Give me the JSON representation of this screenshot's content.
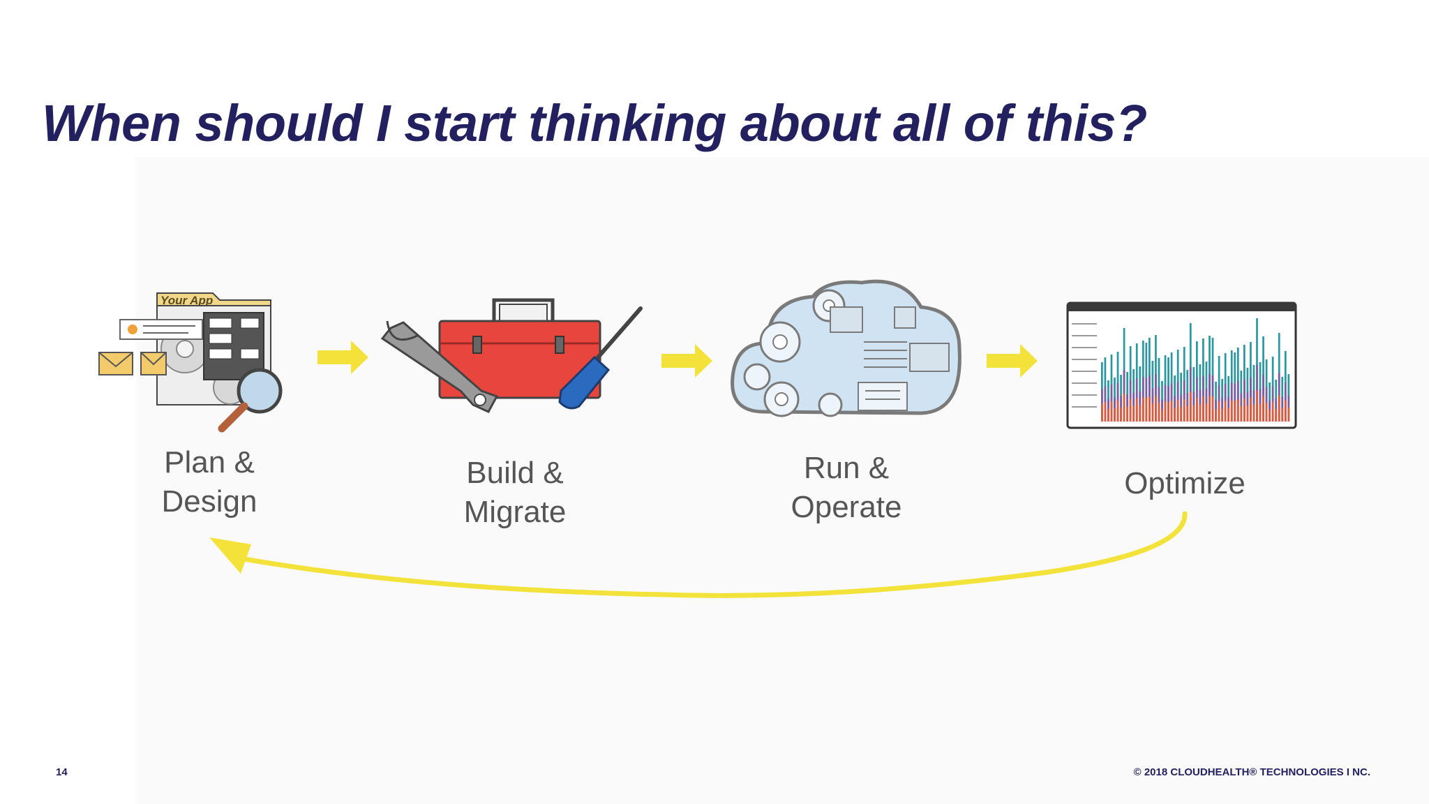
{
  "title": "When should I start thinking about all of this?",
  "steps": [
    {
      "line1": "Plan &",
      "line2": "Design",
      "icon": "plan-design-icon"
    },
    {
      "line1": "Build &",
      "line2": "Migrate",
      "icon": "toolbox-icon"
    },
    {
      "line1": "Run &",
      "line2": "Operate",
      "icon": "cloud-gears-icon"
    },
    {
      "line1": "Optimize",
      "line2": "",
      "icon": "dashboard-chart-icon"
    }
  ],
  "plan_icon_text": "Your App",
  "footer": {
    "page_number": "14",
    "copyright": "© 2018 CLOUDHEALTH® TECHNOLOGIES I NC."
  },
  "colors": {
    "title": "#23205f",
    "arrow": "#f2e23a",
    "label": "#555555",
    "toolbox": "#e8453c",
    "cloud": "#cfe3f2"
  }
}
